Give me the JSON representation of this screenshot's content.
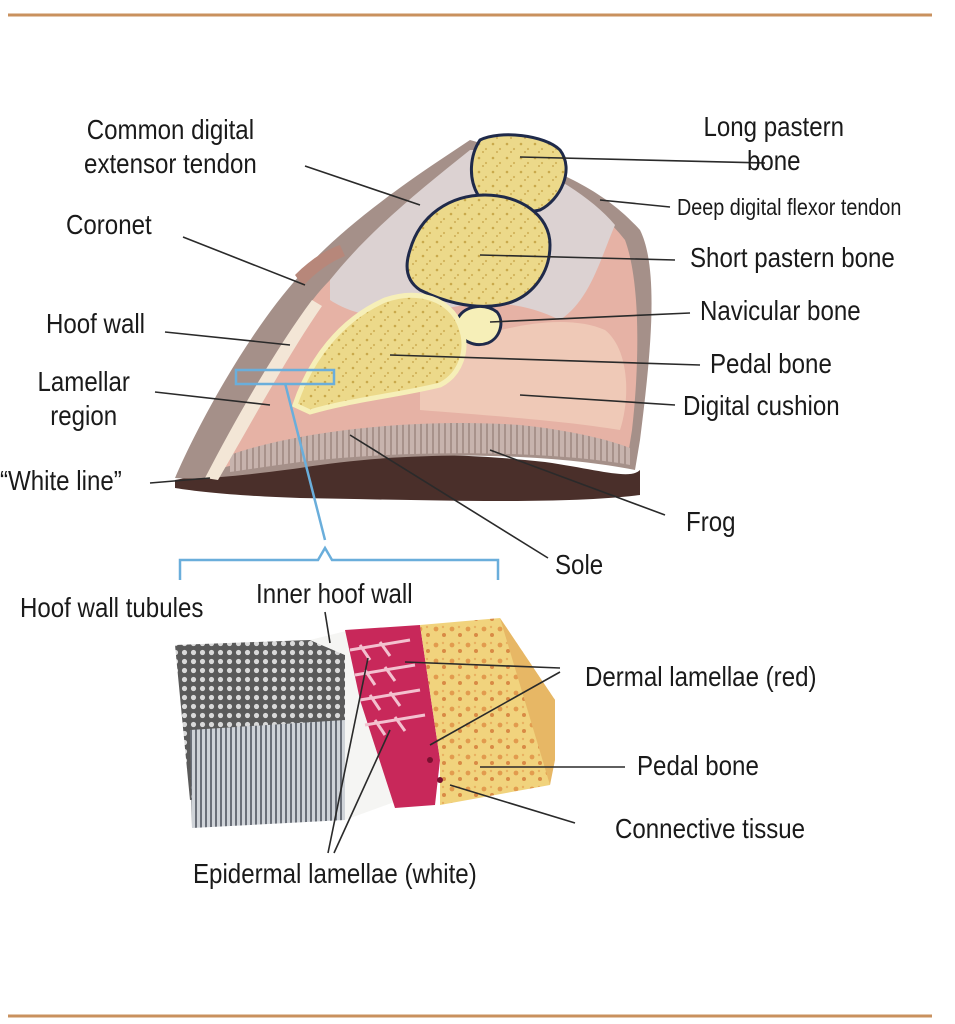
{
  "labels": {
    "common_extensor_1": "Common digital",
    "common_extensor_2": "extensor tendon",
    "coronet": "Coronet",
    "hoof_wall": "Hoof wall",
    "lamellar_1": "Lamellar",
    "lamellar_2": "region",
    "white_line": "“White line”",
    "long_pastern_1": "Long pastern",
    "long_pastern_2": "bone",
    "deep_flexor": "Deep digital flexor tendon",
    "short_pastern": "Short pastern bone",
    "navicular": "Navicular bone",
    "pedal_bone": "Pedal bone",
    "digital_cushion": "Digital cushion",
    "frog": "Frog",
    "sole": "Sole",
    "hoof_wall_tubules": "Hoof wall tubules",
    "inner_hoof_wall": "Inner hoof wall",
    "dermal_lamellae": "Dermal lamellae (red)",
    "pedal_bone_detail": "Pedal bone",
    "connective_tissue": "Connective tissue",
    "epidermal_lamellae": "Epidermal lamellae (white)"
  },
  "colors": {
    "rule": "#c9915e",
    "hoof_horn": "#a59089",
    "bone_fill": "#ecd98a",
    "bone_rim": "#f6efb8",
    "tendon": "#dcd2d2",
    "dermis": "#e6b2a5",
    "cushion": "#efc9b7",
    "dermal_red": "#c8285a",
    "callout_blue": "#6aaedb",
    "leader": "#2a2a2a"
  }
}
